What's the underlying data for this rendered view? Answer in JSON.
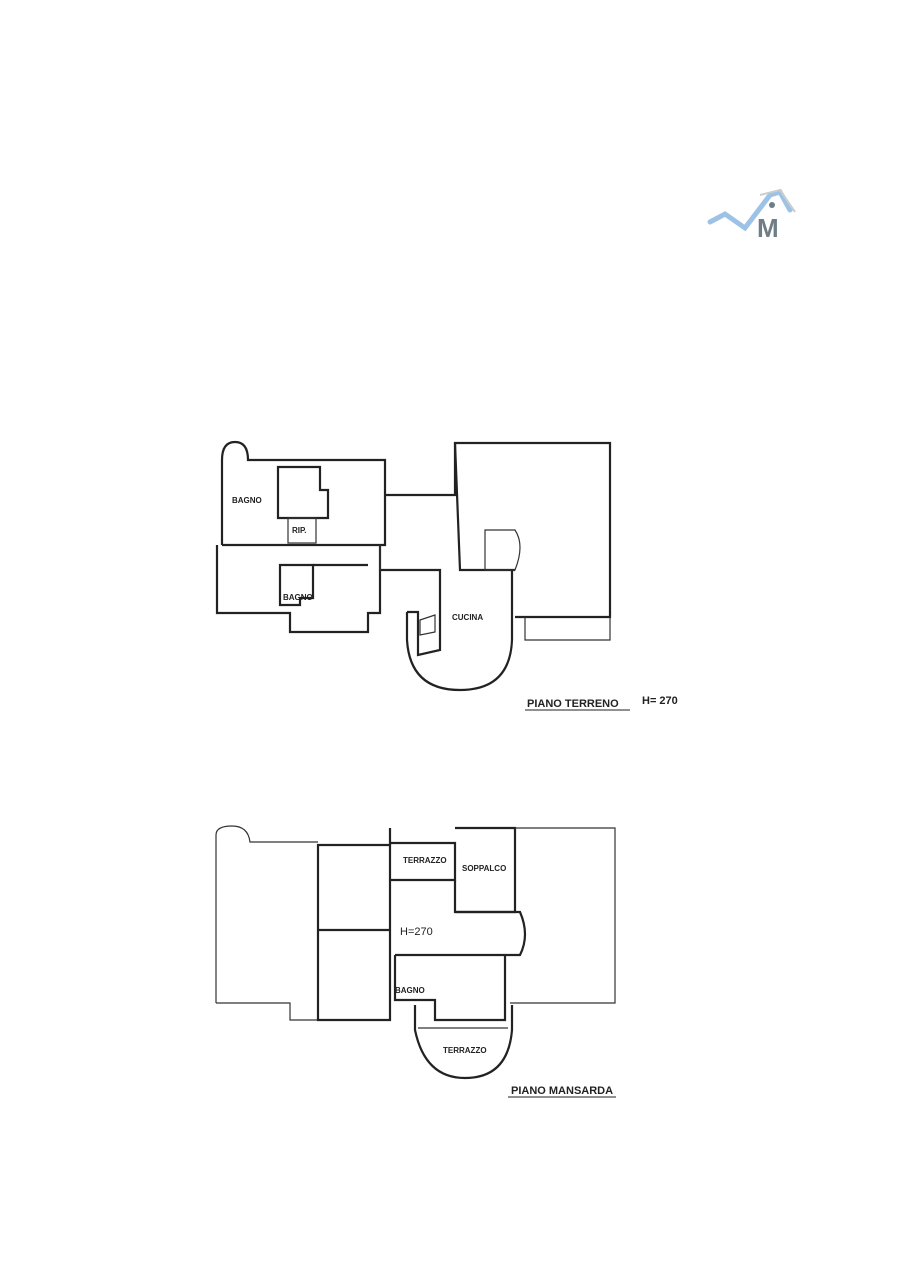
{
  "logo": {
    "letter": "M",
    "colors": {
      "swoosh": "#9cc2e6",
      "letter": "#6f7d86",
      "roof": "#c8cdd0"
    }
  },
  "ground_floor": {
    "title": "PIANO TERRENO",
    "height": "H= 270",
    "rooms": [
      "BAGNO",
      "RIP.",
      "BAGNO",
      "CUCINA"
    ]
  },
  "attic_floor": {
    "title": "PIANO MANSARDA",
    "height": "H=270",
    "rooms": [
      "TERRAZZO",
      "SOPPALCO",
      "BAGNO",
      "TERRAZZO"
    ]
  }
}
